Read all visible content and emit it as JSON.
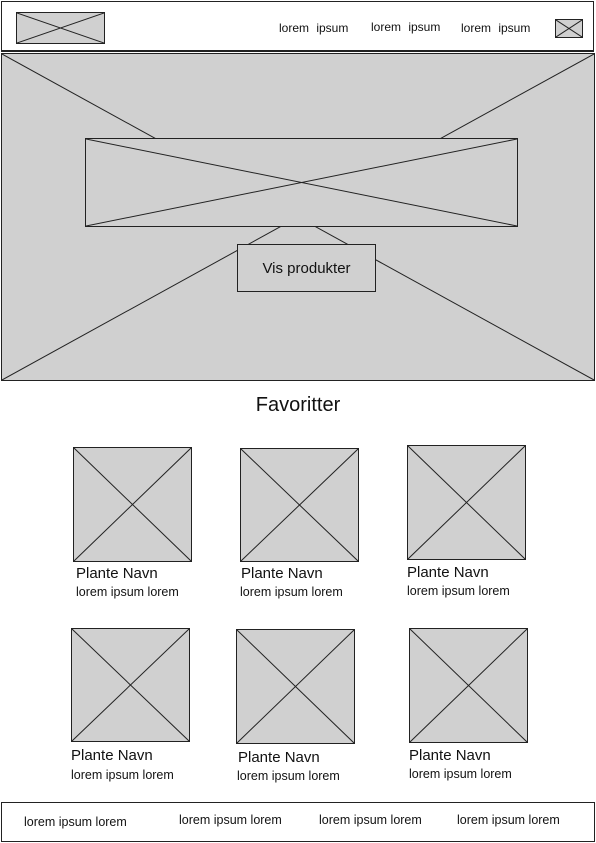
{
  "header": {
    "logo_icon": "image-placeholder-icon",
    "nav": [
      {
        "label": "lorem  ipsum"
      },
      {
        "label": "lorem  ipsum"
      },
      {
        "label": "lorem  ipsum"
      }
    ],
    "cart_icon": "image-placeholder-icon"
  },
  "hero": {
    "image_icon": "image-placeholder-icon",
    "banner_icon": "image-placeholder-icon",
    "button_label": "Vis produkter"
  },
  "favorites": {
    "title": "Favoritter",
    "products": [
      {
        "name": "Plante Navn",
        "desc": "lorem ipsum lorem"
      },
      {
        "name": "Plante Navn",
        "desc": "lorem ipsum lorem"
      },
      {
        "name": "Plante Navn",
        "desc": "lorem ipsum lorem"
      },
      {
        "name": "Plante Navn",
        "desc": "lorem ipsum lorem"
      },
      {
        "name": "Plante Navn",
        "desc": "lorem ipsum lorem"
      },
      {
        "name": "Plante Navn",
        "desc": "lorem ipsum lorem"
      }
    ]
  },
  "footer": {
    "links": [
      {
        "label": "lorem ipsum lorem"
      },
      {
        "label": "lorem ipsum lorem"
      },
      {
        "label": "lorem ipsum lorem"
      },
      {
        "label": "lorem ipsum lorem"
      }
    ]
  },
  "colors": {
    "placeholder_fill": "#d0d0d0",
    "stroke": "#222222"
  }
}
